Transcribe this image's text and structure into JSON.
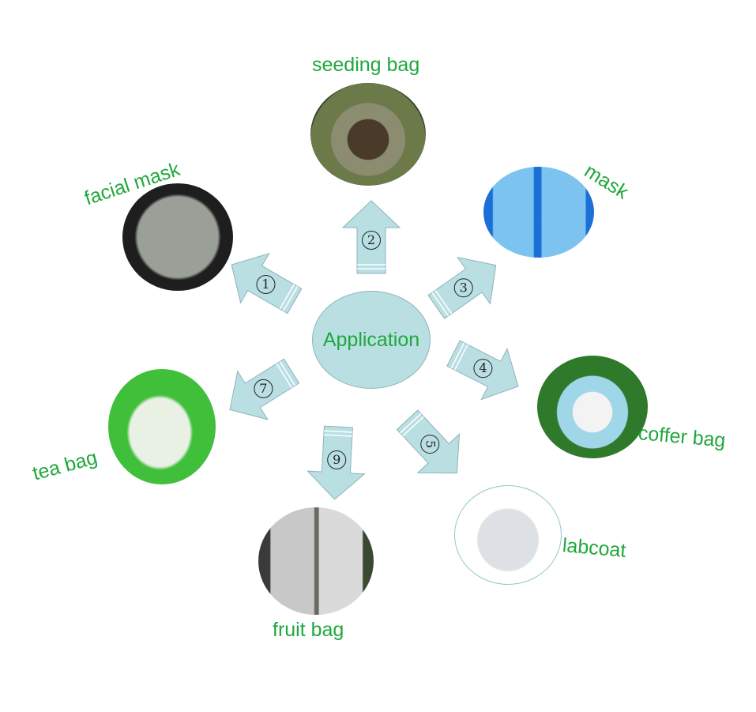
{
  "center_label": "Application",
  "items": [
    {
      "num": "1",
      "label": "facial mask"
    },
    {
      "num": "2",
      "label": "seeding bag"
    },
    {
      "num": "3",
      "label": "mask"
    },
    {
      "num": "4",
      "label": "coffer bag"
    },
    {
      "num": "5",
      "label": "labcoat"
    },
    {
      "num": "7",
      "label": "tea bag"
    },
    {
      "num": "9",
      "label": "fruit bag"
    }
  ],
  "colors": {
    "arrow_fill": "#b9dfe3",
    "arrow_stroke": "#8fb3b8",
    "label_green": "#1fa83c"
  }
}
